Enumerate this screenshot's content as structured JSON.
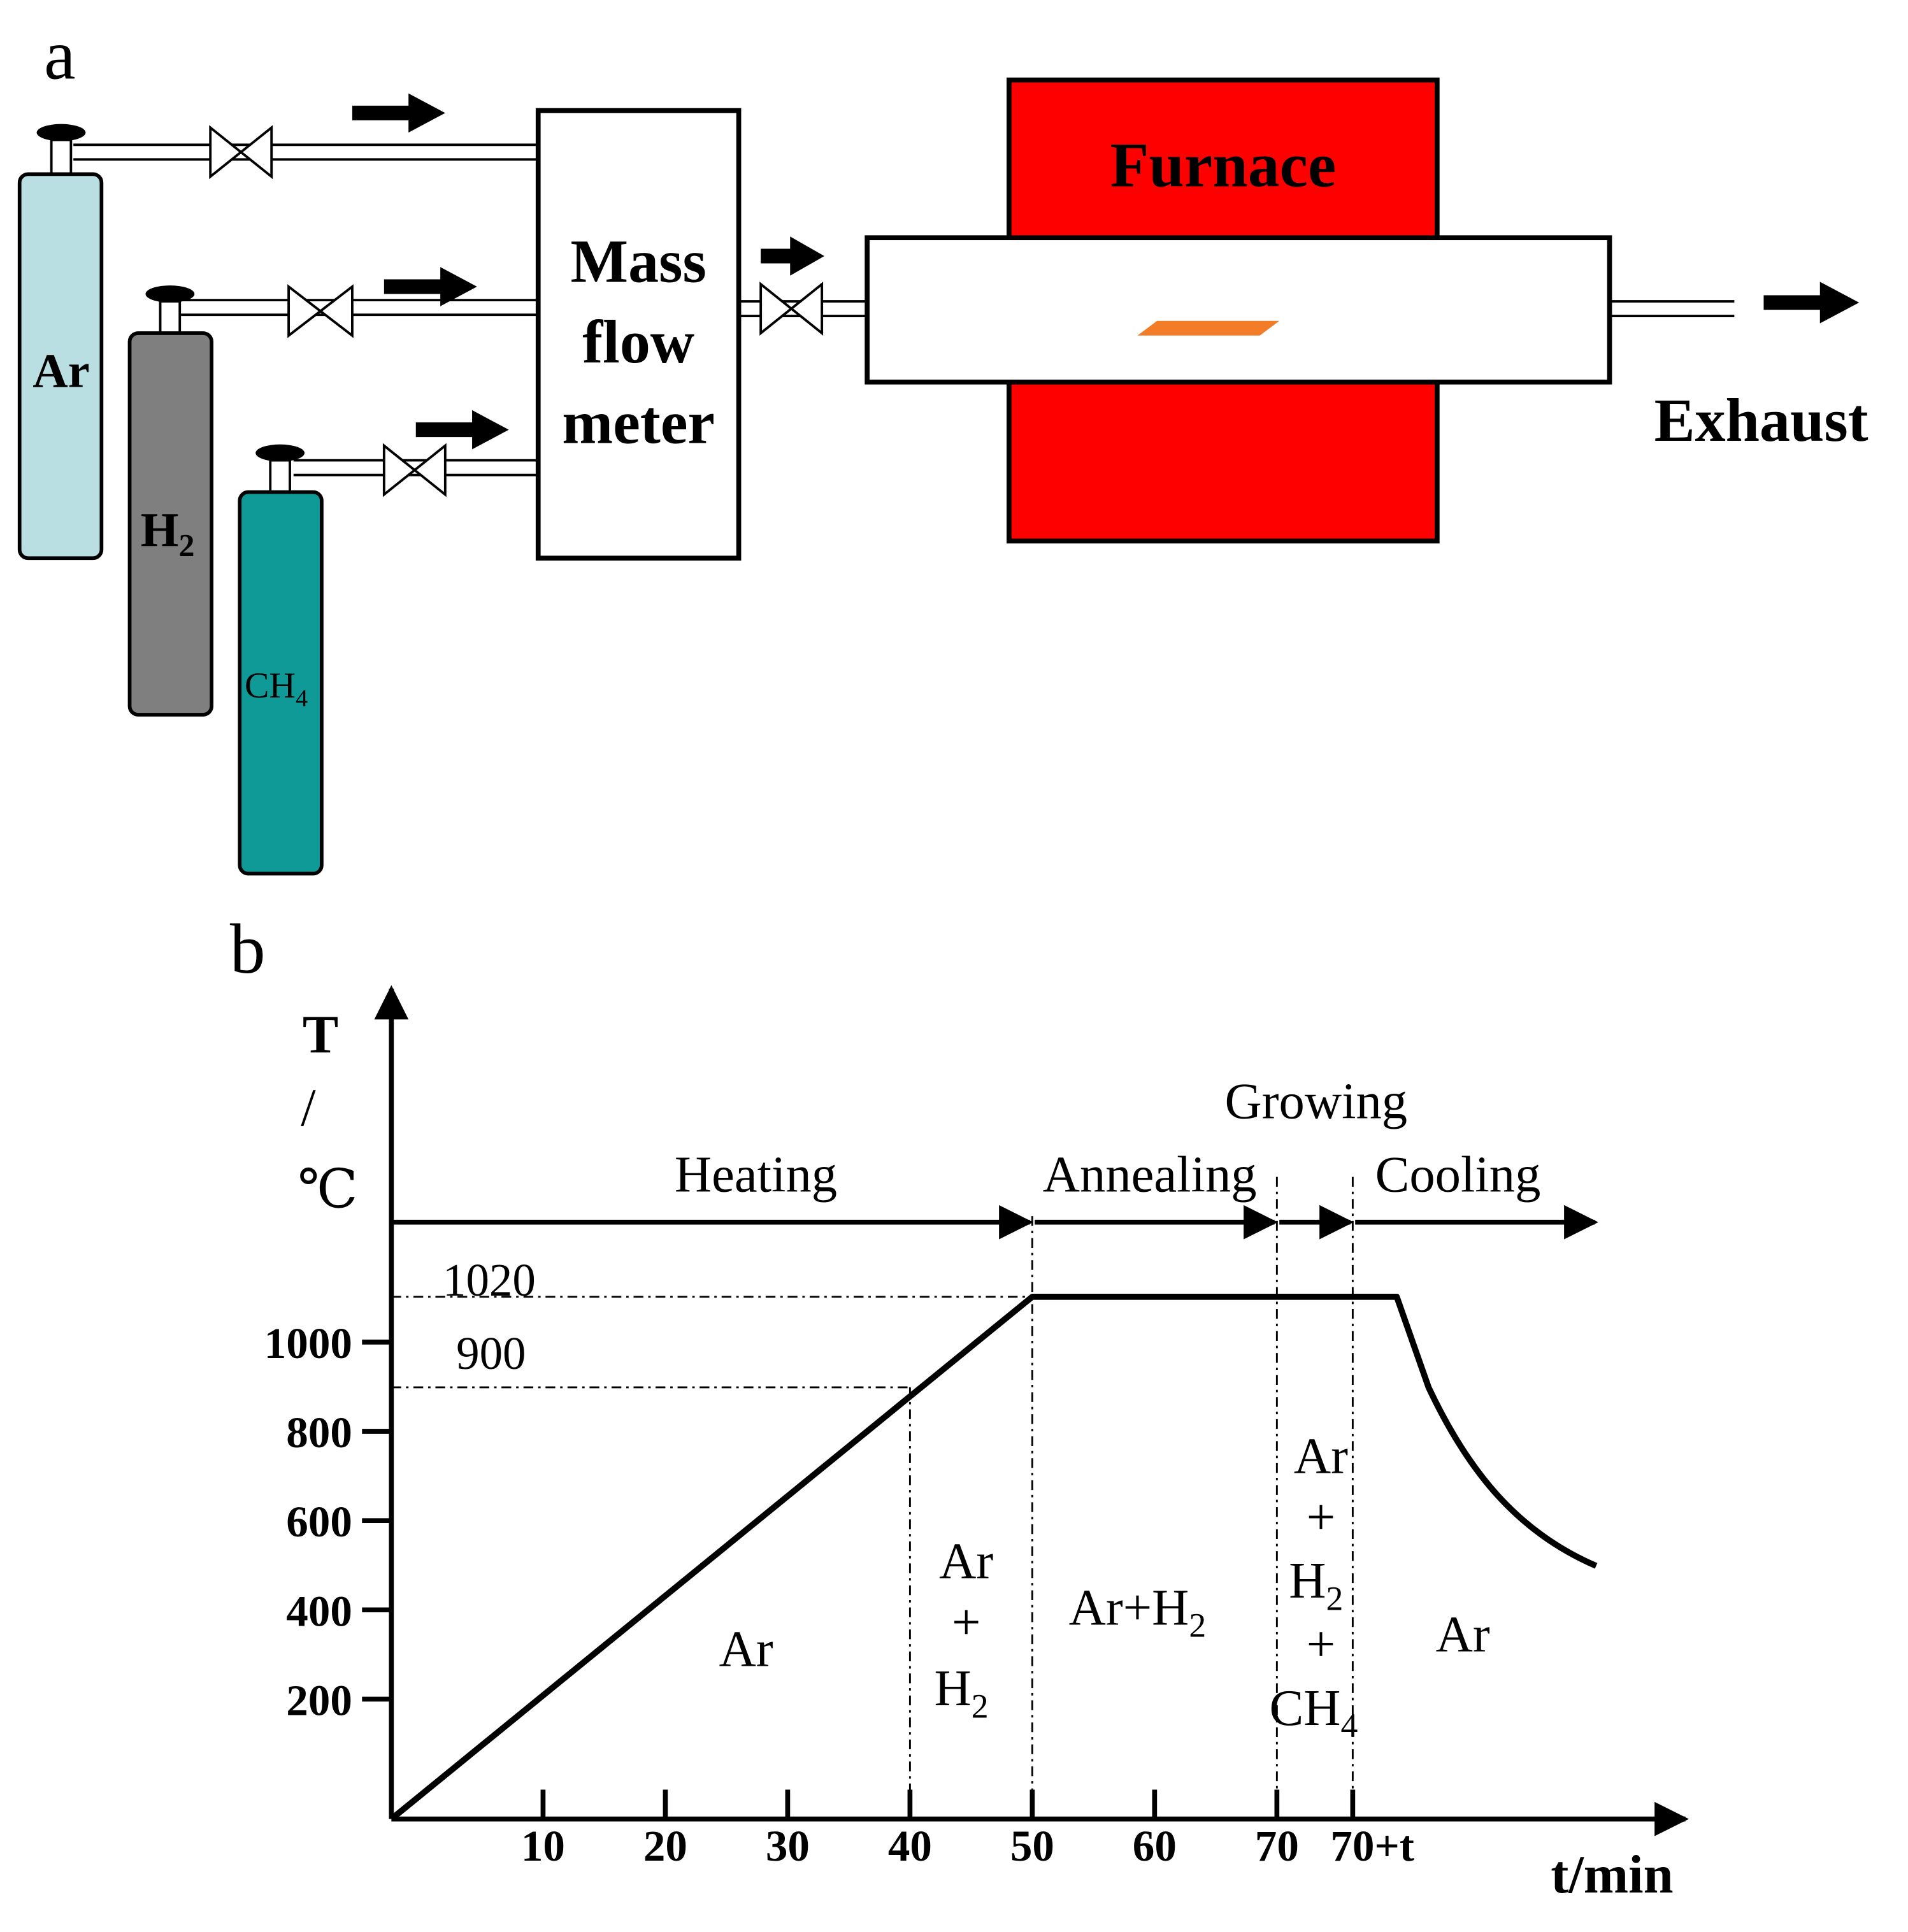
{
  "panel_a": {
    "label": "a",
    "cylinders": [
      {
        "gas": "Ar",
        "color": "#b9dfe3"
      },
      {
        "gas": "H",
        "sub": "2",
        "color": "#7f7f7f"
      },
      {
        "gas": "CH",
        "sub": "4",
        "color": "#0f9a98"
      }
    ],
    "mass_flow_meter": [
      "Mass",
      "flow",
      "meter"
    ],
    "furnace": {
      "label": "Furnace",
      "color": "#ff0000"
    },
    "sample_color": "#f37c27",
    "exhaust": "Exhaust"
  },
  "panel_b": {
    "label": "b",
    "y_axis_label": [
      "T",
      "/",
      "℃"
    ],
    "x_axis_label": "t/min",
    "y_ticks": [
      "200",
      "400",
      "600",
      "800",
      "1000"
    ],
    "x_ticks": [
      "10",
      "20",
      "30",
      "40",
      "50",
      "60",
      "70",
      "70+t"
    ],
    "levels": {
      "high": "1020",
      "low": "900"
    },
    "stages": {
      "heating": "Heating",
      "annealing": "Annealing",
      "growing": "Growing",
      "cooling": "Cooling"
    },
    "gases": {
      "heating": "Ar",
      "pre_anneal": {
        "l1": "Ar",
        "plus": "+",
        "l3": "H",
        "sub": "2"
      },
      "annealing": {
        "main": "Ar+H",
        "sub": "2"
      },
      "growing": {
        "l1": "Ar",
        "plus1": "+",
        "l3": "H",
        "sub3": "2",
        "plus2": "+",
        "l5": "CH",
        "sub5": "4"
      },
      "cooling": "Ar"
    }
  }
}
